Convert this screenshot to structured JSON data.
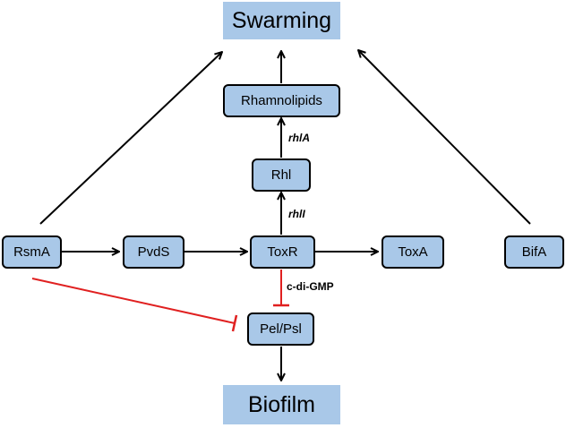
{
  "nodes": {
    "swarming": "Swarming",
    "rhamnolipids": "Rhamnolipids",
    "rhl": "Rhl",
    "rsma": "RsmA",
    "pvds": "PvdS",
    "toxr": "ToxR",
    "toxa": "ToxA",
    "bifa": "BifA",
    "pelpsl": "Pel/Psl",
    "biofilm": "Biofilm"
  },
  "edge_labels": {
    "rhla": "rhlA",
    "rhli": "rhlI",
    "cdigmp": "c-di-GMP"
  },
  "colors": {
    "box_fill": "#a9c8e8",
    "arrow": "#000000",
    "inhibition": "#e02020"
  }
}
